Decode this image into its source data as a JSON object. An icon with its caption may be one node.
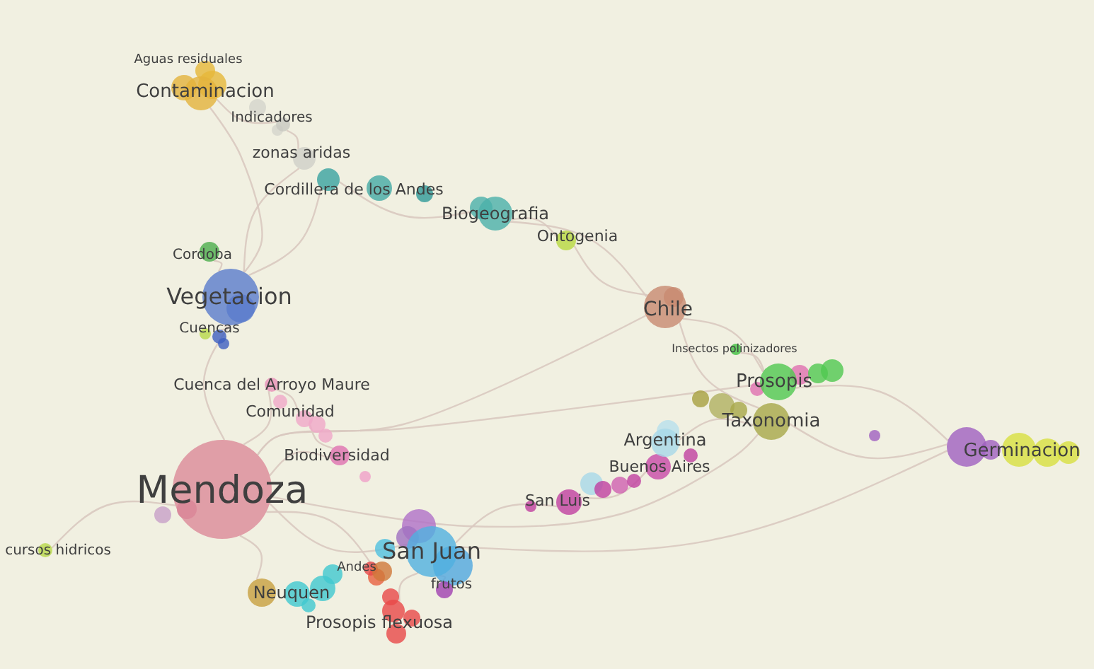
{
  "diagram": {
    "nodes": [
      {
        "text": [
          "Aguas residuales"
        ]
      },
      {
        "text": [
          "Contaminacion"
        ]
      },
      {
        "text": [
          "Indicadores"
        ]
      },
      {
        "text": [
          "zonas aridas"
        ]
      },
      {
        "text": [
          "Cordillera de los Andes"
        ]
      },
      {
        "text": [
          "Biogeografia"
        ]
      },
      {
        "text": [
          "Ontogenia"
        ]
      },
      {
        "text": [
          "Cordoba"
        ]
      },
      {
        "text": [
          "Vegetacion"
        ]
      },
      {
        "text": [
          "Cuencas"
        ]
      },
      {
        "text": [
          "Cuenca del Arroyo Maure"
        ]
      },
      {
        "text": [
          "Comunidad"
        ]
      },
      {
        "text": [
          "Biodiversidad"
        ]
      },
      {
        "text": [
          "Mendoza"
        ]
      },
      {
        "text": [
          "cursos hidricos"
        ]
      },
      {
        "text": [
          "Neuquen"
        ]
      },
      {
        "text": [
          "Andes"
        ]
      },
      {
        "text": [
          "San Juan"
        ]
      },
      {
        "text": [
          "frutos"
        ]
      },
      {
        "text": [
          "Prosopis flexuosa"
        ]
      },
      {
        "text": [
          "San Luis"
        ]
      },
      {
        "text": [
          "Buenos Aires"
        ]
      },
      {
        "text": [
          "Argentina"
        ]
      },
      {
        "text": [
          "Chile"
        ]
      },
      {
        "text": [
          "Insectos polinizadores"
        ]
      },
      {
        "text": [
          "Prosopis"
        ]
      },
      {
        "text": [
          "Taxonomia"
        ]
      },
      {
        "text": [
          "Germinacion"
        ]
      }
    ],
    "edges": [
      {
        "from": 13,
        "to": 8,
        "arrow": "none"
      },
      {
        "from": 13,
        "to": 17,
        "arrow": "none"
      },
      {
        "from": 13,
        "to": 15,
        "arrow": "none"
      },
      {
        "from": 13,
        "to": 14,
        "arrow": "none"
      },
      {
        "from": 13,
        "to": 12,
        "arrow": "none"
      },
      {
        "from": 13,
        "to": 23,
        "arrow": "none"
      },
      {
        "from": 13,
        "to": 25,
        "arrow": "none"
      },
      {
        "from": 13,
        "to": 10,
        "arrow": "none"
      },
      {
        "from": 13,
        "to": 16,
        "arrow": "none"
      },
      {
        "from": 13,
        "to": 26,
        "arrow": "none"
      },
      {
        "from": 8,
        "to": 1,
        "arrow": "none"
      },
      {
        "from": 8,
        "to": 4,
        "arrow": "none"
      },
      {
        "from": 8,
        "to": 3,
        "arrow": "none"
      },
      {
        "from": 8,
        "to": 7,
        "arrow": "none"
      },
      {
        "from": 8,
        "to": 9,
        "arrow": "none"
      },
      {
        "from": 1,
        "to": 2,
        "arrow": "none"
      },
      {
        "from": 2,
        "to": 3,
        "arrow": "none"
      },
      {
        "from": 4,
        "to": 5,
        "arrow": "none"
      },
      {
        "from": 5,
        "to": 6,
        "arrow": "none"
      },
      {
        "from": 6,
        "to": 23,
        "arrow": "none"
      },
      {
        "from": 5,
        "to": 23,
        "arrow": "none"
      },
      {
        "from": 23,
        "to": 26,
        "arrow": "none"
      },
      {
        "from": 23,
        "to": 25,
        "arrow": "none"
      },
      {
        "from": 25,
        "to": 24,
        "arrow": "none"
      },
      {
        "from": 25,
        "to": 27,
        "arrow": "none"
      },
      {
        "from": 26,
        "to": 27,
        "arrow": "none"
      },
      {
        "from": 17,
        "to": 20,
        "arrow": "none"
      },
      {
        "from": 20,
        "to": 21,
        "arrow": "none"
      },
      {
        "from": 22,
        "to": 26,
        "arrow": "none"
      },
      {
        "from": 17,
        "to": 19,
        "arrow": "none"
      },
      {
        "from": 17,
        "to": 18,
        "arrow": "none"
      },
      {
        "from": 11,
        "to": 12,
        "arrow": "none"
      },
      {
        "from": 10,
        "to": 11,
        "arrow": "none"
      },
      {
        "from": 17,
        "to": 27,
        "arrow": "none"
      }
    ]
  }
}
